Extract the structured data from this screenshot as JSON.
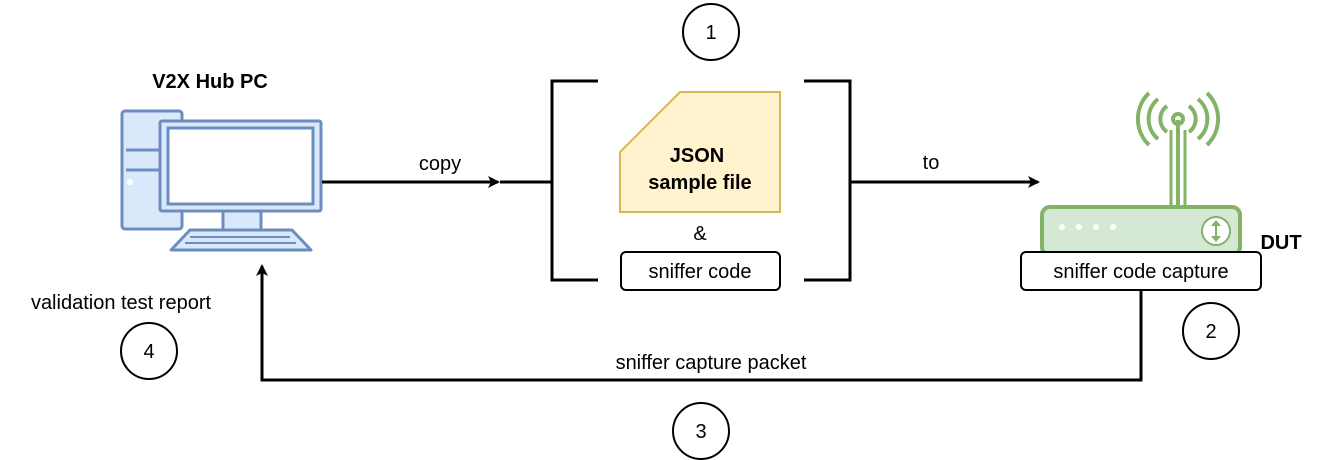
{
  "pc": {
    "title": "V2X Hub  PC",
    "icon": "desktop-computer-icon",
    "outline_color": "#6c8ebf",
    "fill_color": "#dae8fc"
  },
  "file": {
    "line1": "JSON",
    "line2": "sample file",
    "fill_color": "#fff2cc",
    "stroke_color": "#d6b656"
  },
  "ampersand": "&",
  "sniffer_code": "sniffer code",
  "dut": {
    "label": "DUT",
    "capture_label": "sniffer code capture",
    "icon": "wireless-router-icon",
    "color": "#82b366",
    "fill_color": "#d5e8d4"
  },
  "edges": {
    "copy": "copy",
    "to": "to",
    "capture_packet": "sniffer capture packet",
    "report": "validation test report"
  },
  "steps": [
    "1",
    "2",
    "3",
    "4"
  ]
}
